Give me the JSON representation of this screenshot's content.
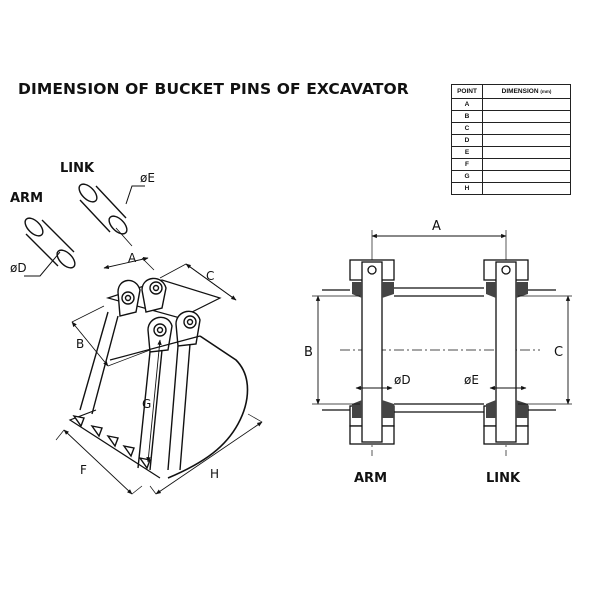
{
  "title": "DIMENSION OF BUCKET PINS OF EXCAVATOR",
  "table": {
    "header_point": "POINT",
    "header_dimension": "DIMENSION",
    "header_unit": "(mm)",
    "rows": [
      {
        "point": "A",
        "dimension": ""
      },
      {
        "point": "B",
        "dimension": ""
      },
      {
        "point": "C",
        "dimension": ""
      },
      {
        "point": "D",
        "dimension": ""
      },
      {
        "point": "E",
        "dimension": ""
      },
      {
        "point": "F",
        "dimension": ""
      },
      {
        "point": "G",
        "dimension": ""
      },
      {
        "point": "H",
        "dimension": ""
      }
    ]
  },
  "left_diagram": {
    "link_label": "LINK",
    "arm_label": "ARM",
    "pin_e_label": "øE",
    "pin_d_label": "øD",
    "dim_a": "A",
    "dim_b": "B",
    "dim_c": "C",
    "dim_f": "F",
    "dim_g": "G",
    "dim_h": "H"
  },
  "right_diagram": {
    "dim_a": "A",
    "dim_b": "B",
    "dim_c": "C",
    "pin_d_label": "øD",
    "pin_e_label": "øE",
    "arm_label": "ARM",
    "link_label": "LINK"
  }
}
